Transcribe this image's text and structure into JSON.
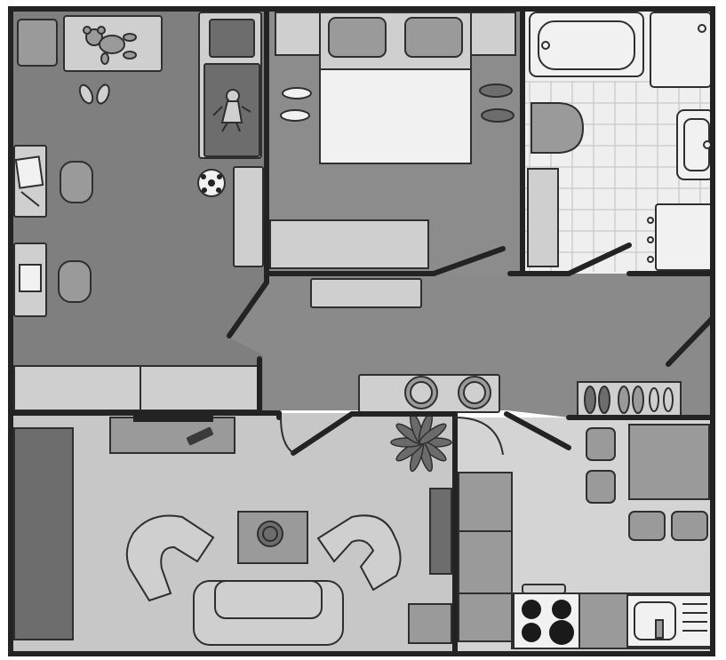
{
  "colors": {
    "floor_dark": "#7f7f7f",
    "floor_hall": "#8a8a8a",
    "floor_bedroom": "#8c8c8c",
    "floor_light": "#c7c7c7",
    "floor_kitchen": "#d4d4d4",
    "bath_tile": "#efefef",
    "furniture_light": "#cfcfcf",
    "furniture_mid": "#9a9a9a",
    "furniture_dark": "#6d6d6d",
    "linen": "#f1f1f1",
    "wall": "#232323",
    "burner": "#1a1a1a",
    "plant": "#6b6b6b"
  },
  "rooms": [
    {
      "name": "childrens-room"
    },
    {
      "name": "bedroom"
    },
    {
      "name": "bathroom"
    },
    {
      "name": "hallway"
    },
    {
      "name": "living-room"
    },
    {
      "name": "kitchen"
    }
  ],
  "icons": [
    "teddy-bear-icon",
    "doll-icon",
    "ball-icon",
    "slippers-icon",
    "shoes-icon",
    "plates-icon",
    "plant-icon",
    "remote-icon",
    "stove-icon",
    "sink-icon",
    "faucet-icon",
    "bathtub-icon",
    "toilet-icon"
  ]
}
